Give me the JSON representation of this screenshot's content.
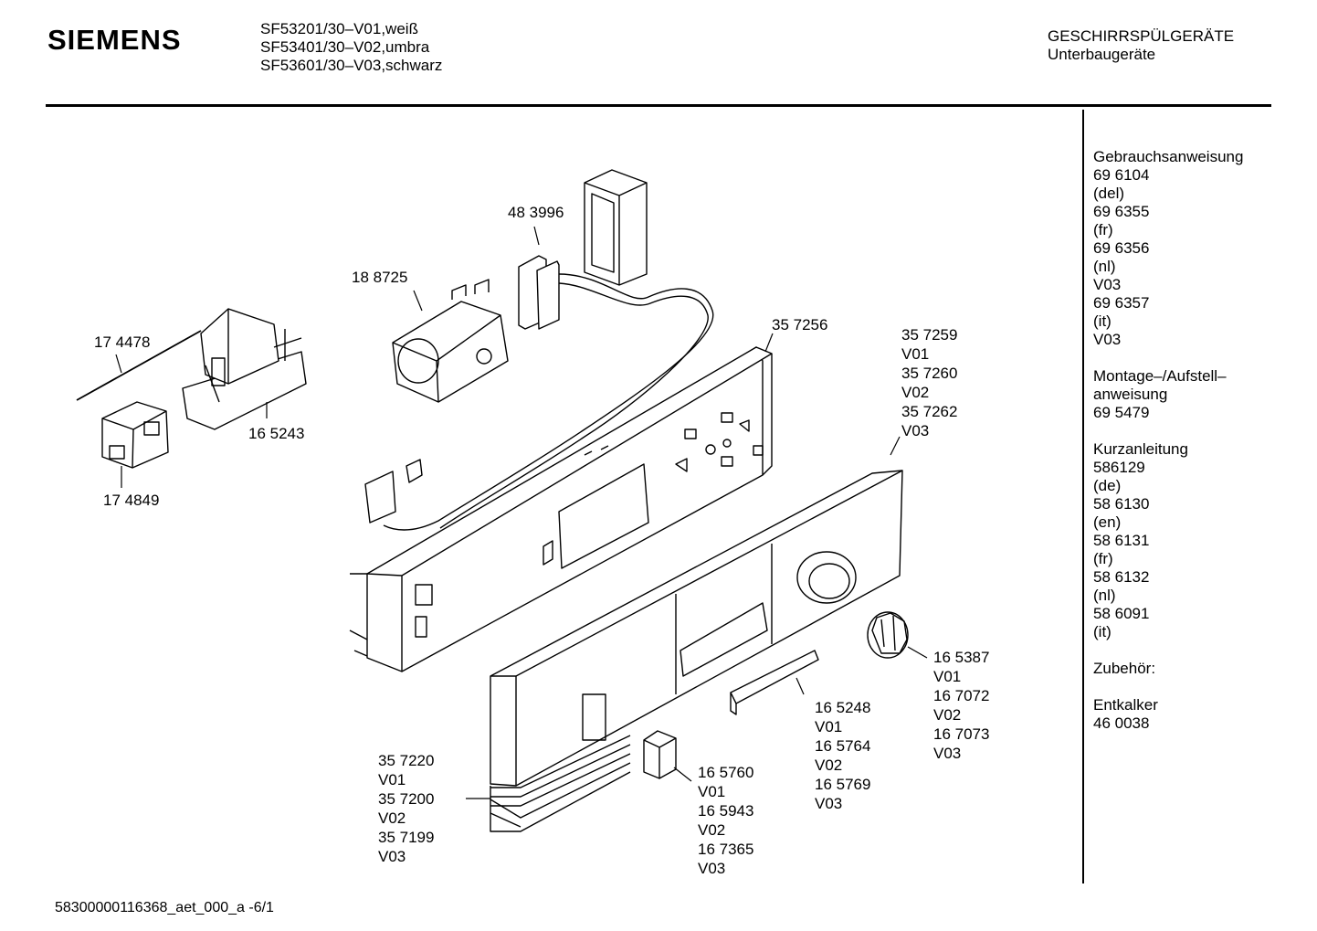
{
  "header": {
    "brand": "SIEMENS",
    "models": [
      "SF53201/30–V01,weiß",
      "SF53401/30–V02,umbra",
      "SF53601/30–V03,schwarz"
    ],
    "category_line1": "GESCHIRRSPÜLGERÄTE",
    "category_line2": "Unterbaugeräte"
  },
  "sidebar": {
    "groups": [
      [
        "Gebrauchsanweisung",
        "69 6104",
        "(del)",
        "69 6355",
        "(fr)",
        "69 6356",
        "(nl)",
        "V03",
        "69 6357",
        "(it)",
        "V03"
      ],
      [
        "Montage–/Aufstell–",
        "anweisung",
        "69 5479"
      ],
      [
        "Kurzanleitung",
        "586129",
        "(de)",
        "58 6130",
        "(en)",
        "58 6131",
        "(fr)",
        "58 6132",
        "(nl)",
        "58 6091",
        "(it)"
      ],
      [
        "Zubehör:"
      ],
      [
        "Entkalker",
        "46 0038"
      ]
    ]
  },
  "labels": {
    "p483996": "48 3996",
    "p188725": "18 8725",
    "p174478": "17 4478",
    "p165243": "16 5243",
    "p174849": "17 4849",
    "p357256": "35 7256",
    "p357259": [
      "35 7259",
      "V01",
      "35 7260",
      "V02",
      "35 7262",
      "V03"
    ],
    "p165387": [
      "16 5387",
      "V01",
      "16 7072",
      "V02",
      "16 7073",
      "V03"
    ],
    "p165248": [
      "16 5248",
      "V01",
      "16 5764",
      "V02",
      "16 5769",
      "V03"
    ],
    "p165760": [
      "16 5760",
      "V01",
      "16 5943",
      "V02",
      "16 7365",
      "V03"
    ],
    "p357220": [
      "35 7220",
      "V01",
      "35 7200",
      "V02",
      "35 7199",
      "V03"
    ]
  },
  "footer": {
    "text": "58300000116368_aet_000_a  -6/1"
  }
}
